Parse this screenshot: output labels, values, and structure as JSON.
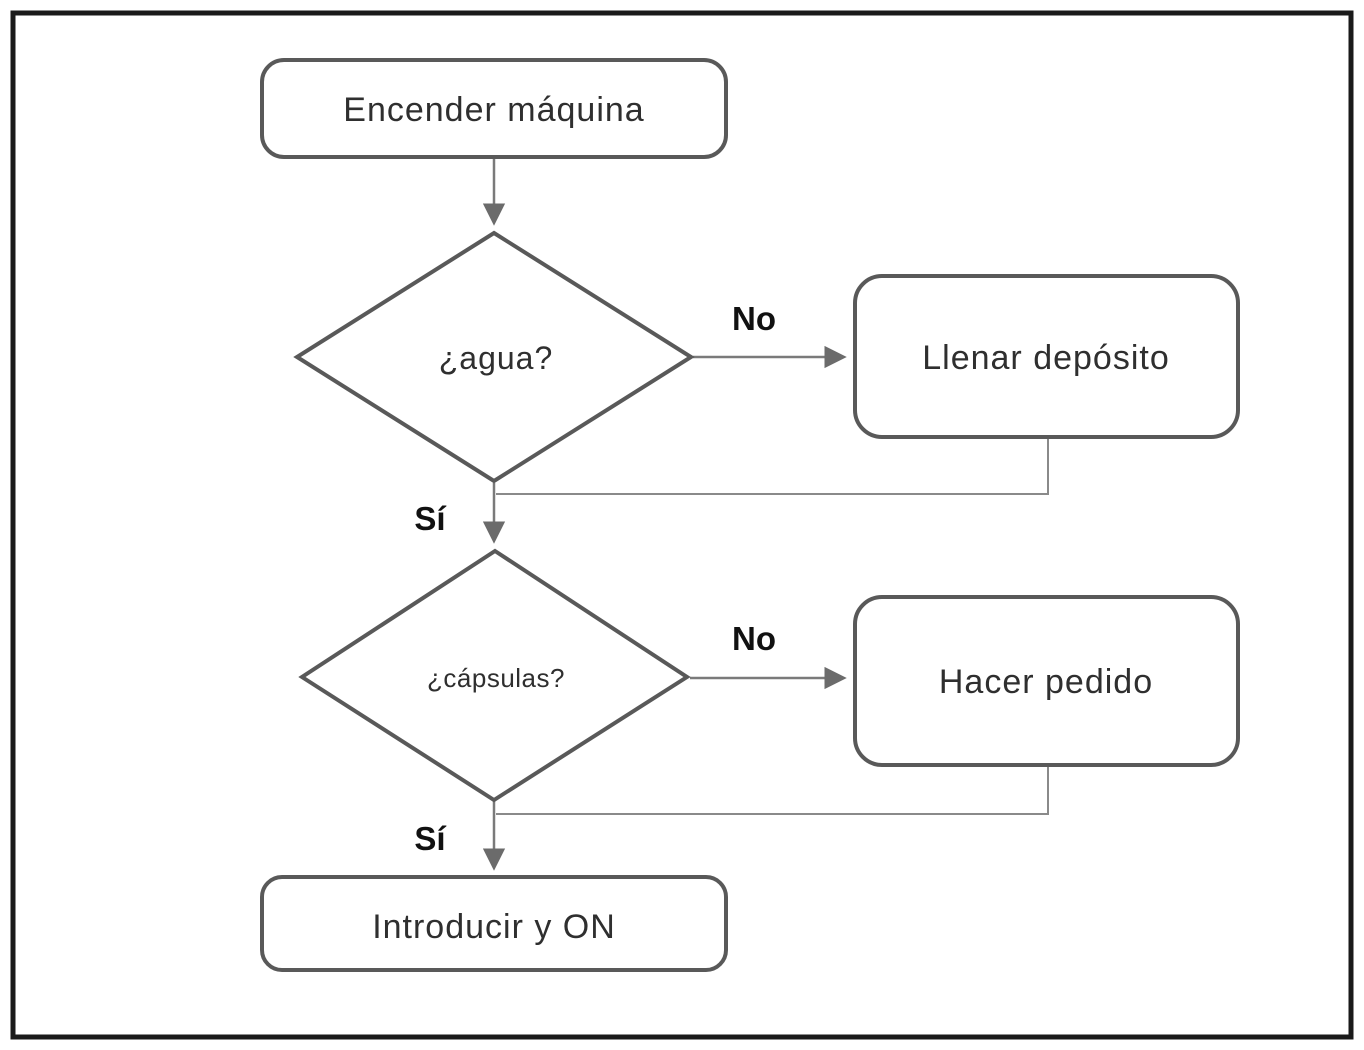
{
  "diagram": {
    "type": "flowchart",
    "language": "es",
    "nodes": {
      "start": {
        "label": "Encender máquina",
        "shape": "rounded-rect"
      },
      "decision_water": {
        "label": "¿agua?",
        "shape": "diamond"
      },
      "fill_tank": {
        "label": "Llenar depósito",
        "shape": "rounded-rect"
      },
      "decision_capsules": {
        "label": "¿cápsulas?",
        "shape": "diamond"
      },
      "place_order": {
        "label": "Hacer pedido",
        "shape": "rounded-rect"
      },
      "finish": {
        "label": "Introducir y ON",
        "shape": "rounded-rect"
      }
    },
    "edges": [
      {
        "from": "start",
        "to": "decision_water",
        "label": ""
      },
      {
        "from": "decision_water",
        "to": "fill_tank",
        "label": "No"
      },
      {
        "from": "fill_tank",
        "to": "decision_capsules",
        "label": ""
      },
      {
        "from": "decision_water",
        "to": "decision_capsules",
        "label": "Sí"
      },
      {
        "from": "decision_capsules",
        "to": "place_order",
        "label": "No"
      },
      {
        "from": "place_order",
        "to": "finish",
        "label": ""
      },
      {
        "from": "decision_capsules",
        "to": "finish",
        "label": "Sí"
      }
    ],
    "edge_labels": {
      "water_no": "No",
      "water_yes": "Sí",
      "capsules_no": "No",
      "capsules_yes": "Sí"
    },
    "colors": {
      "background": "#ffffff",
      "outer_border": "#1a1a1a",
      "shape_stroke": "#595959",
      "connector": "#7a7a7a",
      "node_text": "#2f2f2f",
      "edge_label_text": "#111111"
    }
  }
}
